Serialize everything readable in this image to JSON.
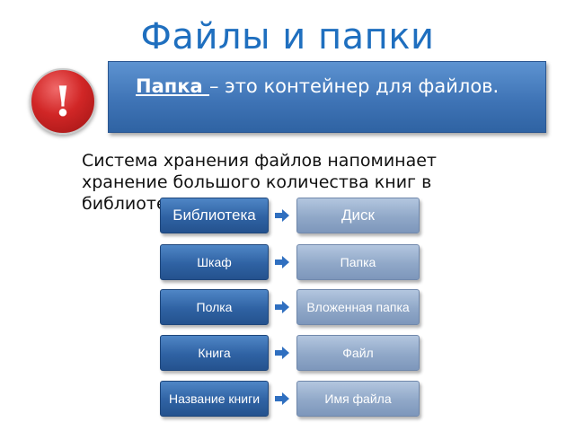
{
  "title": "Файлы и папки",
  "warning_icon": {
    "symbol": "!",
    "icon": "exclamation-icon",
    "color": "#d12626"
  },
  "definition": {
    "term": "Папка ",
    "text": "– это контейнер для файлов."
  },
  "description": "Система хранения файлов напоминает хранение большого количества книг в библиотеке:",
  "mapping": [
    {
      "library": "Библиотека",
      "computer": "Диск"
    },
    {
      "library": "Шкаф",
      "computer": "Папка"
    },
    {
      "library": "Полка",
      "computer": "Вложенная папка"
    },
    {
      "library": "Книга",
      "computer": "Файл"
    },
    {
      "library": "Название книги",
      "computer": "Имя файла"
    }
  ],
  "colors": {
    "title": "#1f6fbf",
    "left_button": "#2f62a3",
    "right_button": "#90a8c8",
    "arrow": "#2f6fc0"
  }
}
